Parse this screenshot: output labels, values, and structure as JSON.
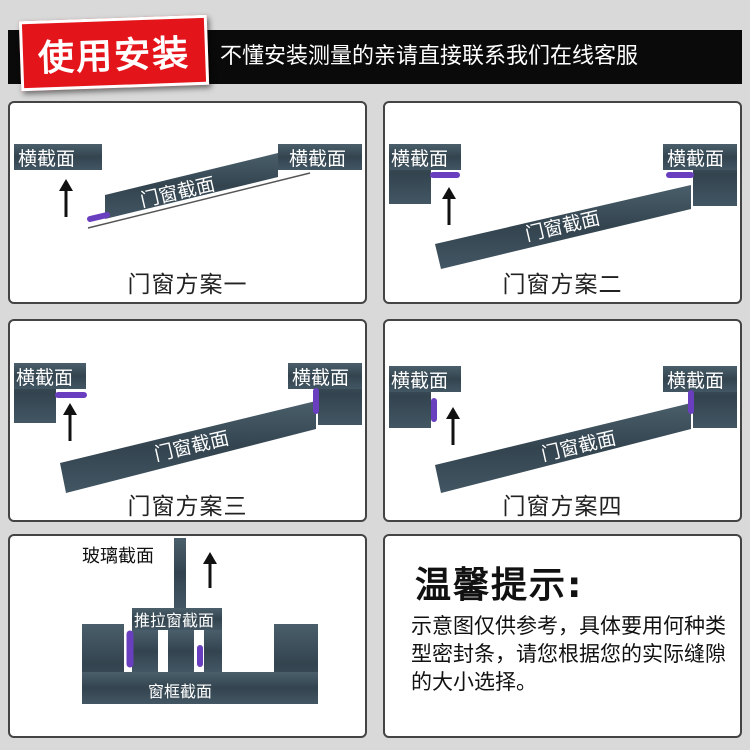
{
  "banner": {
    "tag": "使用安装",
    "text": "不懂安装测量的亲请直接联系我们在线客服"
  },
  "labels": {
    "cross_section": "横截面",
    "door_window_section": "门窗截面",
    "glass_section": "玻璃截面",
    "sliding_window_section": "推拉窗截面",
    "window_frame_section": "窗框截面"
  },
  "plans": [
    {
      "caption": "门窗方案一"
    },
    {
      "caption": "门窗方案二"
    },
    {
      "caption": "门窗方案三"
    },
    {
      "caption": "门窗方案四"
    }
  ],
  "tip": {
    "title": "温馨提示:",
    "body": "示意图仅供参考，具体要用何种类型密封条，请您根据您的实际缝隙的大小选择。"
  },
  "colors": {
    "metal": "#3a4f5c",
    "seal": "#6a3fbf",
    "banner_tag": "#e4141b",
    "banner_bg": "#0a0a0a"
  }
}
